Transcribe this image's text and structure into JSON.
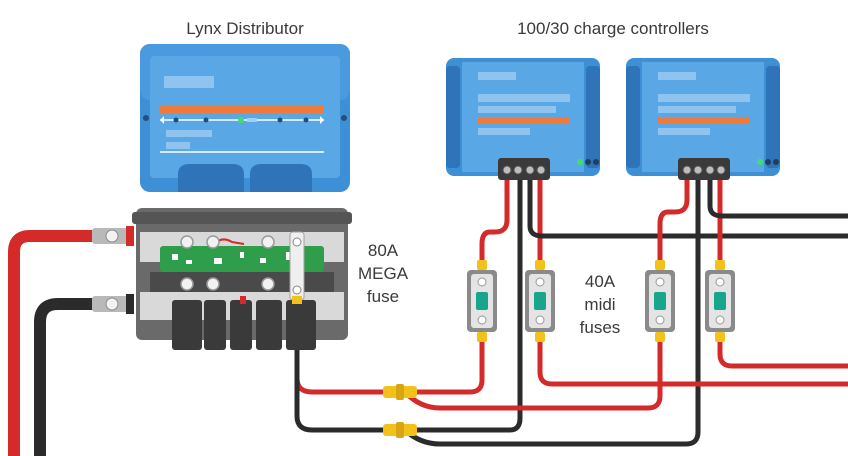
{
  "labels": {
    "lynx_title": "Lynx Distributor",
    "controllers_title": "100/30 charge controllers",
    "mega_fuse_line1": "80A",
    "mega_fuse_line2": "MEGA",
    "mega_fuse_line3": "fuse",
    "midi_fuse_line1": "40A",
    "midi_fuse_line2": "midi",
    "midi_fuse_line3": "fuses"
  },
  "colors": {
    "device_blue": "#3d8fd6",
    "device_blue_dark": "#2f73b8",
    "device_panel": "#5aa7e6",
    "accent_orange": "#f07a3a",
    "wire_red": "#d42a2a",
    "wire_black": "#2b2b2b",
    "fuse_teal": "#17a58c",
    "crimp_yellow": "#f2c21b",
    "busbar_grey": "#d9d9d9",
    "pcb_green": "#2f9e4b"
  },
  "icons": {
    "controller_leds": "status-led-icon",
    "lynx_leds": "status-led-icon"
  }
}
